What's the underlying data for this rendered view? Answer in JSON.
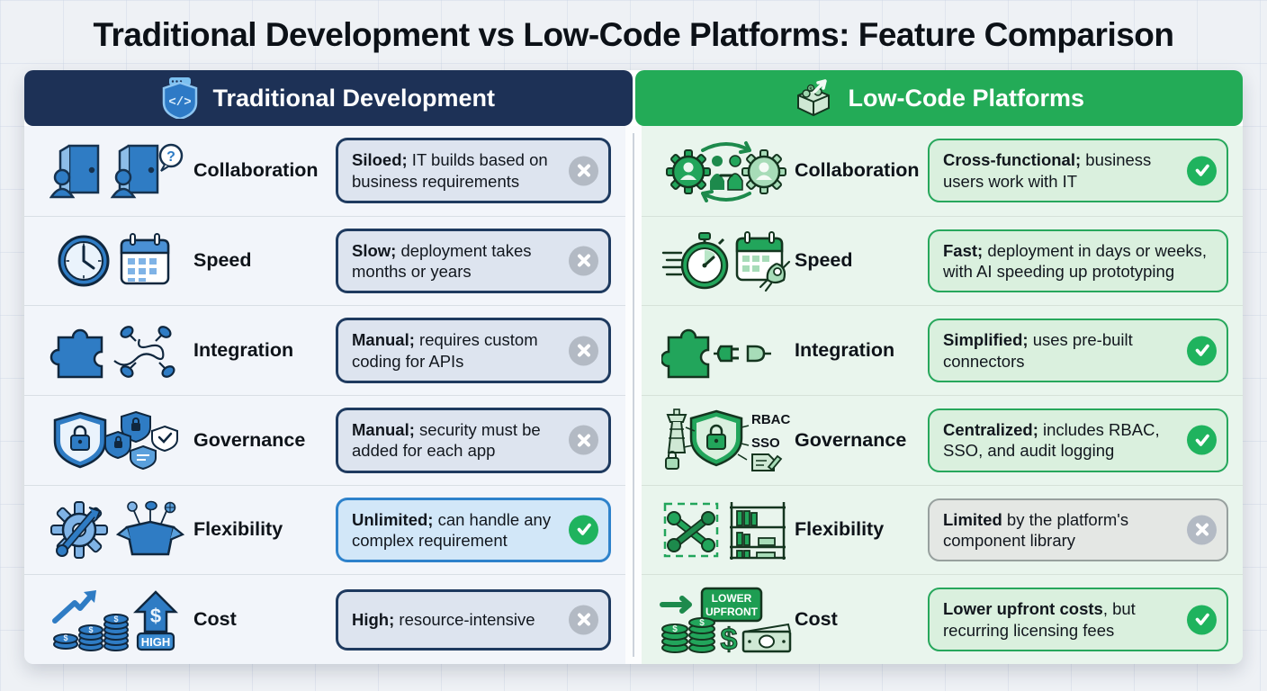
{
  "title": "Traditional Development vs Low-Code Platforms: Feature Comparison",
  "colors": {
    "traditional_header": "#1d3156",
    "lowcode_header": "#23ab57",
    "negative_badge": "#b3bac4",
    "positive_badge": "#1fb35e",
    "traditional_icon_blue": "#2f7cc4",
    "lowcode_icon_green": "#22a55b"
  },
  "left": {
    "header": {
      "label": "Traditional Development",
      "icon": "shield-code-icon"
    },
    "rows": [
      {
        "feature": "Collaboration",
        "lead": "Siloed;",
        "rest": " IT builds based on business requirements",
        "status": "negative",
        "icons": [
          "door-person-icon",
          "door-person-question-icon"
        ]
      },
      {
        "feature": "Speed",
        "lead": "Slow;",
        "rest": " deployment takes months or years",
        "status": "negative",
        "icons": [
          "clock-icon",
          "calendar-icon"
        ]
      },
      {
        "feature": "Integration",
        "lead": "Manual;",
        "rest": " requires custom coding for APIs",
        "status": "negative",
        "icons": [
          "puzzle-piece-icon",
          "tangled-plugs-icon"
        ]
      },
      {
        "feature": "Governance",
        "lead": "Manual;",
        "rest": " security must be added for each app",
        "status": "negative",
        "icons": [
          "shield-lock-icon",
          "small-shields-icon"
        ]
      },
      {
        "feature": "Flexibility",
        "lead": "Unlimited;",
        "rest": " can handle any complex requirement",
        "status": "positive",
        "icons": [
          "gear-wrench-icon",
          "open-box-icon"
        ]
      },
      {
        "feature": "Cost",
        "lead": "High;",
        "rest": " resource-intensive",
        "status": "negative",
        "icons": [
          "rising-coin-stacks-icon",
          "high-cost-arrow-icon"
        ],
        "arrow_label": "HIGH"
      }
    ]
  },
  "right": {
    "header": {
      "label": "Low-Code Platforms",
      "icon": "lego-brick-money-icon"
    },
    "rows": [
      {
        "feature": "Collaboration",
        "lead": "Cross-functional;",
        "rest": " business users work with IT",
        "status": "positive",
        "icons": [
          "gears-people-cycle-icon"
        ]
      },
      {
        "feature": "Speed",
        "lead": "Fast;",
        "rest": " deployment in days or weeks, with AI speeding up prototyping",
        "status": "none",
        "icons": [
          "stopwatch-icon",
          "calendar-rocket-icon"
        ]
      },
      {
        "feature": "Integration",
        "lead": "Simplified;",
        "rest": " uses pre-built connectors",
        "status": "positive",
        "icons": [
          "puzzle-piece-icon",
          "plug-connectors-icon"
        ]
      },
      {
        "feature": "Governance",
        "lead": "Centralized;",
        "rest": " includes RBAC, SSO, and audit logging",
        "status": "positive",
        "icons": [
          "control-tower-icon",
          "shield-lock-icon",
          "document-pencil-icon"
        ],
        "rbac_label": "RBAC",
        "sso_label": "SSO"
      },
      {
        "feature": "Flexibility",
        "lead": "Limited",
        "rest": " by the platform's component library",
        "status": "negative",
        "icons": [
          "wrenches-dashed-box-icon",
          "component-shelf-icon"
        ]
      },
      {
        "feature": "Cost",
        "lead": "Lower upfront costs",
        "rest": ", but recurring licensing fees",
        "status": "positive",
        "icons": [
          "arrow-right-icon",
          "lower-upfront-badge",
          "coin-stacks-icon",
          "dollar-banknote-icon"
        ],
        "badge_line1": "LOWER",
        "badge_line2": "UPFRONT"
      }
    ]
  }
}
